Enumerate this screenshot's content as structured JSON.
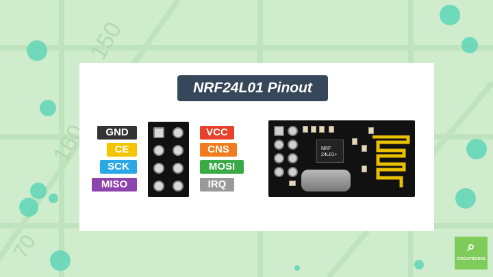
{
  "title": "NRF24L01 Pinout",
  "left_pins": [
    {
      "label": "GND",
      "color": "#333333"
    },
    {
      "label": "CE",
      "color": "#f5c400"
    },
    {
      "label": "SCK",
      "color": "#2aa8e6"
    },
    {
      "label": "MISO",
      "color": "#8e44ad"
    }
  ],
  "right_pins": [
    {
      "label": "VCC",
      "color": "#e8402a"
    },
    {
      "label": "CNS",
      "color": "#f07c1e"
    },
    {
      "label": "MOSI",
      "color": "#3aaa47"
    },
    {
      "label": "IRQ",
      "color": "#9a9a9a"
    }
  ],
  "chip_text": [
    "NRF",
    "24L01+"
  ],
  "logo": {
    "text": "CIRCUITBOOKS",
    "icon": "circuitbooks-logo-icon",
    "color": "#7fcc5a"
  },
  "background_color": "#cfeccd",
  "background_numbers": [
    "150",
    "160",
    "70"
  ]
}
